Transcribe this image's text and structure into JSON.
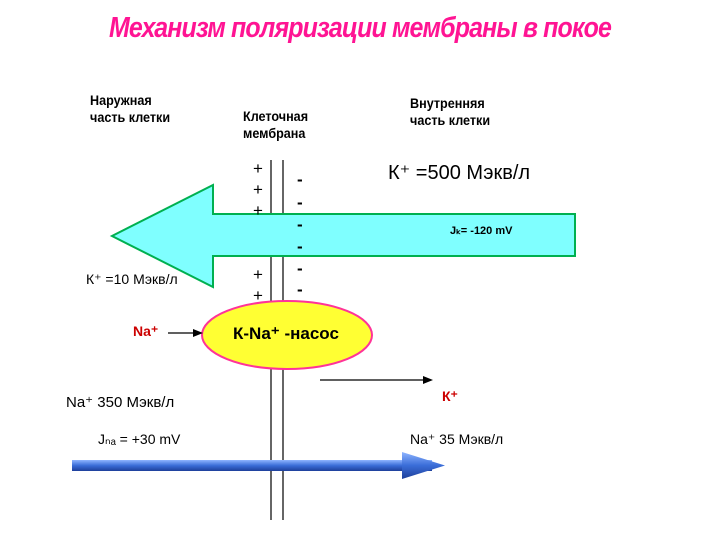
{
  "title": "Механизм поляризации мембраны в покое",
  "headers": {
    "outside": [
      "Наружная",
      "часть клетки"
    ],
    "membrane": [
      "Клеточная",
      "мембрана"
    ],
    "inside": [
      "Внутренняя",
      "часть клетки"
    ]
  },
  "charges": {
    "plus": "+",
    "minus": "-"
  },
  "labels": {
    "k_inside": "К⁺ =500 Мэкв/л",
    "j_k": "Jₖ= -120 mV",
    "k_outside": "К⁺ =10 Мэкв/л",
    "na_left": "Na⁺",
    "pump": "К-Na⁺ -насос",
    "k_right": "К⁺",
    "na_outside": "Na⁺ 350 Мэкв/л",
    "j_na": "Jₙₐ = +30 mV",
    "na_inside": "Na⁺ 35 Мэкв/л"
  },
  "colors": {
    "title": "#ff1493",
    "k_arrow_fill": "#7fffff",
    "k_arrow_stroke": "#00b050",
    "pump_fill": "#ffff33",
    "pump_stroke": "#ff3399",
    "red_text": "#cc0000",
    "na_arrow": "#3a6dd8"
  }
}
